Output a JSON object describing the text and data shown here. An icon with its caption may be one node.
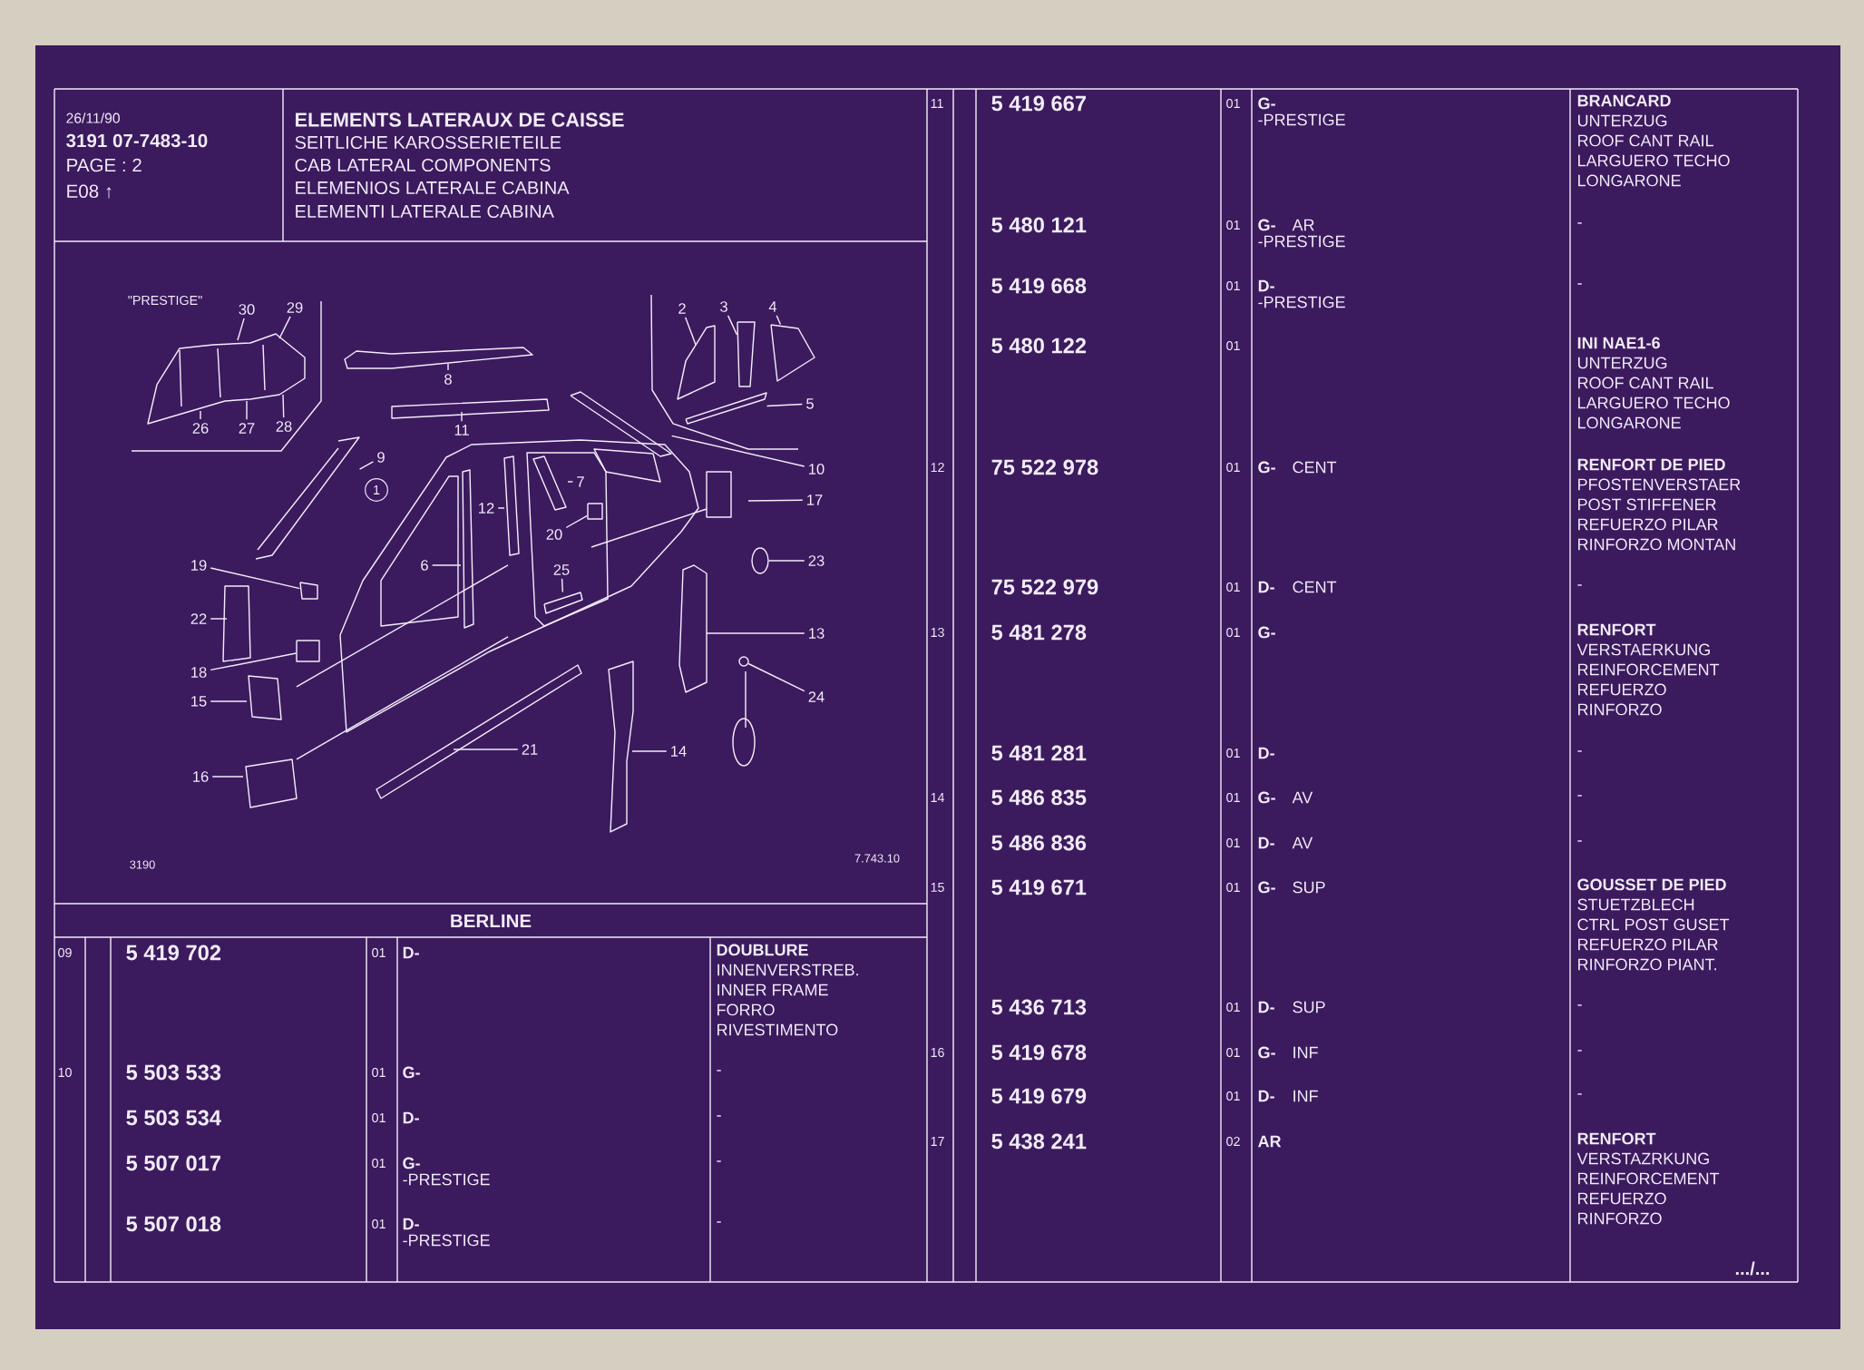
{
  "diagram": {
    "title": "ELEMENTS LATERAUX DE CAISSE",
    "nodes": [
      {
        "text": [
          "30"
        ]
      },
      {
        "text": [
          "29"
        ]
      },
      {
        "text": [
          "2"
        ]
      },
      {
        "text": [
          "3"
        ]
      },
      {
        "text": [
          "4"
        ]
      },
      {
        "text": [
          "26"
        ]
      },
      {
        "text": [
          "27"
        ]
      },
      {
        "text": [
          "28"
        ]
      },
      {
        "text": [
          "8"
        ]
      },
      {
        "text": [
          "11"
        ]
      },
      {
        "text": [
          "5"
        ]
      },
      {
        "text": [
          "9"
        ]
      },
      {
        "text": [
          "10"
        ]
      },
      {
        "text": [
          "7"
        ]
      },
      {
        "text": [
          "17"
        ]
      },
      {
        "text": [
          "12"
        ]
      },
      {
        "text": [
          "20"
        ]
      },
      {
        "text": [
          "19"
        ]
      },
      {
        "text": [
          "6"
        ]
      },
      {
        "text": [
          "23"
        ]
      },
      {
        "text": [
          "25"
        ]
      },
      {
        "text": [
          "22"
        ]
      },
      {
        "text": [
          "13"
        ]
      },
      {
        "text": [
          "18"
        ]
      },
      {
        "text": [
          "15"
        ]
      },
      {
        "text": [
          "24"
        ]
      },
      {
        "text": [
          "21"
        ]
      },
      {
        "text": [
          "14"
        ]
      },
      {
        "text": [
          "16"
        ]
      },
      {
        "text": [],
        "shape": "circle"
      },
      {
        "text": [],
        "shape": "circle"
      },
      {
        "text": [],
        "shape": "picture"
      },
      {
        "text": [],
        "shape": "picture"
      },
      {
        "text": [],
        "shape": "picture"
      },
      {
        "text": [],
        "shape": "picture"
      },
      {
        "text": [],
        "shape": "box"
      },
      {
        "text": [],
        "shape": "box"
      },
      {
        "text": [],
        "shape": "box"
      },
      {
        "text": [],
        "shape": "box"
      },
      {
        "text": [],
        "shape": "box"
      }
    ],
    "edges": [
      {
        "from": 0,
        "to": null,
        "arrow": "none"
      },
      {
        "from": 1,
        "to": null,
        "arrow": "none"
      },
      {
        "from": 2,
        "to": null,
        "arrow": "none"
      },
      {
        "from": 3,
        "to": 31,
        "arrow": "none"
      },
      {
        "from": 4,
        "to": 32,
        "arrow": "none"
      },
      {
        "from": 5,
        "to": null,
        "arrow": "none"
      },
      {
        "from": 6,
        "to": null,
        "arrow": "none"
      },
      {
        "from": 7,
        "to": null,
        "arrow": "none"
      },
      {
        "from": 8,
        "to": null,
        "arrow": "none"
      },
      {
        "from": 9,
        "to": null,
        "arrow": "none"
      },
      {
        "from": 10,
        "to": 38,
        "arrow": "none"
      },
      {
        "from": 11,
        "to": 33,
        "arrow": "none"
      },
      {
        "from": 12,
        "to": 34,
        "arrow": "none"
      },
      {
        "from": 13,
        "to": null,
        "arrow": "none"
      },
      {
        "from": 14,
        "to": null,
        "arrow": "none"
      },
      {
        "from": 15,
        "to": null,
        "arrow": "none"
      },
      {
        "from": 16,
        "to": 35,
        "arrow": "none"
      },
      {
        "from": 17,
        "to": 39,
        "arrow": "none"
      },
      {
        "from": 18,
        "to": null,
        "arrow": "none"
      },
      {
        "from": 19,
        "to": 29,
        "arrow": "none"
      },
      {
        "from": 20,
        "to": 36,
        "arrow": "none"
      },
      {
        "from": 21,
        "to": null,
        "arrow": "none"
      },
      {
        "from": 22,
        "to": null,
        "arrow": "none"
      },
      {
        "from": 23,
        "to": 37,
        "arrow": "none"
      },
      {
        "from": 24,
        "to": null,
        "arrow": "none"
      },
      {
        "from": 25,
        "to": 30,
        "arrow": "none"
      },
      {
        "from": 26,
        "to": null,
        "arrow": "none"
      },
      {
        "from": 27,
        "to": null,
        "arrow": "none"
      },
      {
        "from": 28,
        "to": null,
        "arrow": "none"
      }
    ],
    "labels": [
      "26/11/90",
      "3191 07-7483-10",
      "PAGE : 2",
      "E08 ↑",
      "SEITLICHE KAROSSERIETEILE",
      "CAB LATERAL COMPONENTS",
      "ELEMENIOS LATERALE CABINA",
      "ELEMENTI LATERALE CABINA",
      "\"PRESTIGE\"",
      "1",
      "3190",
      "7.743.10",
      "BERLINE",
      "09",
      "5 419 702",
      "01",
      "D-",
      "DOUBLURE",
      "INNENVERSTREB.",
      "INNER FRAME",
      "FORRO",
      "RIVESTIMENTO",
      "10",
      "5 503 533",
      "01",
      "G-",
      "-",
      "5 503 534",
      "01",
      "D-",
      "-",
      "5 507 017",
      "01",
      "G-",
      "-PRESTIGE",
      "-",
      "5 507 018",
      "01",
      "D-",
      "-PRESTIGE",
      "-",
      "11",
      "5 419 667",
      "01",
      "G-",
      "-PRESTIGE",
      "BRANCARD",
      "UNTERZUG",
      "ROOF CANT RAIL",
      "LARGUERO TECHO",
      "LONGARONE",
      "5 480 121",
      "01",
      "G-",
      "AR",
      "-PRESTIGE",
      "-",
      "5 419 668",
      "01",
      "D-",
      "-PRESTIGE",
      "-",
      "5 480 122",
      "01",
      "INI NAE1-6",
      "UNTERZUG",
      "ROOF CANT RAIL",
      "LARGUERO TECHO",
      "LONGARONE",
      "12",
      "75 522 978",
      "01",
      "G-",
      "CENT",
      "RENFORT DE PIED",
      "PFOSTENVERSTAER",
      "POST STIFFENER",
      "REFUERZO PILAR",
      "RINFORZO MONTAN",
      "75 522 979",
      "01",
      "D-",
      "CENT",
      "-",
      "13",
      "5 481 278",
      "01",
      "G-",
      "RENFORT",
      "VERSTAERKUNG",
      "REINFORCEMENT",
      "REFUERZO",
      "RINFORZO",
      "5 481 281",
      "01",
      "D-",
      "-",
      "14",
      "5 486 835",
      "01",
      "G-",
      "AV",
      "-",
      "5 486 836",
      "01",
      "D-",
      "AV",
      "-",
      "15",
      "5 419 671",
      "01",
      "G-",
      "SUP",
      "GOUSSET DE PIED",
      "STUETZBLECH",
      "CTRL POST GUSET",
      "REFUERZO PILAR",
      "RINFORZO PIANT.",
      "5 436 713",
      "01",
      "D-",
      "SUP",
      "-",
      "16",
      "5 419 678",
      "01",
      "G-",
      "INF",
      "-",
      "5 419 679",
      "01",
      "D-",
      "INF",
      "-",
      "17",
      "5 438 241",
      "02",
      "AR",
      "RENFORT",
      "VERSTAZRKUNG",
      "REINFORCEMENT",
      "REFUERZO",
      "RINFORZO",
      ".../..."
    ]
  }
}
